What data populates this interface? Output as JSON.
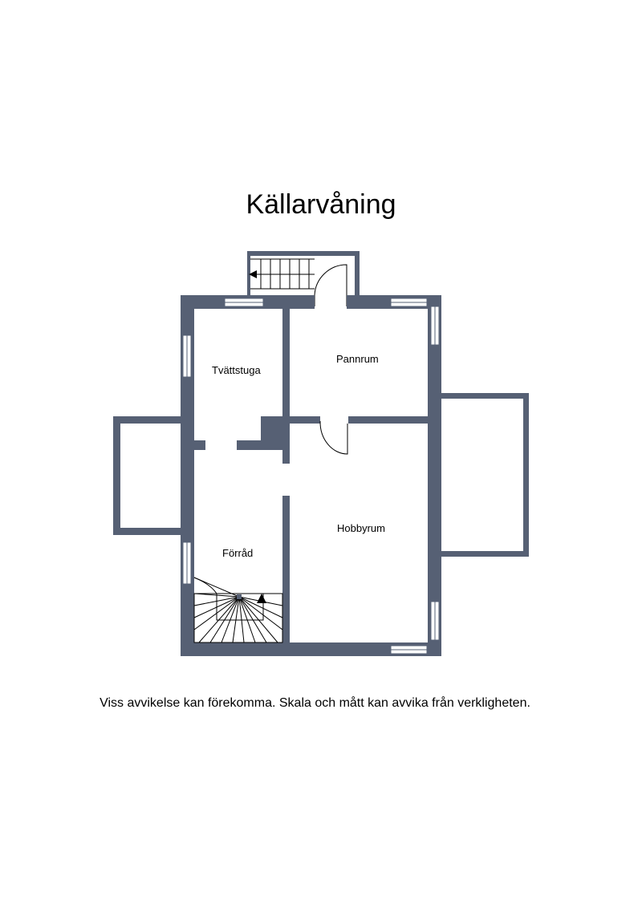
{
  "title": "Källarvåning",
  "rooms": {
    "tvattstuga": "Tvättstuga",
    "pannrum": "Pannrum",
    "forrad": "Förråd",
    "hobbyrum": "Hobbyrum"
  },
  "disclaimer": "Viss avvikelse kan förekomma. Skala och mått kan avvika från verkligheten.",
  "colors": {
    "wall": "#566074",
    "line": "#000000",
    "background": "#ffffff"
  }
}
